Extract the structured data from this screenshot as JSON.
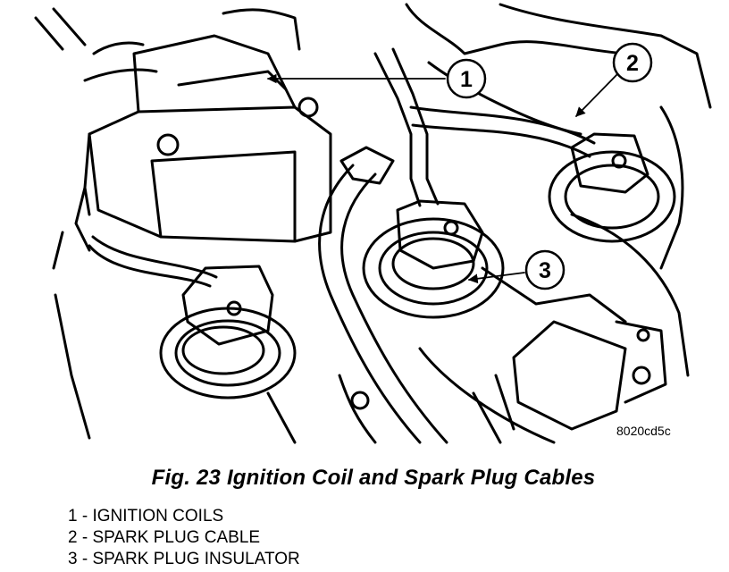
{
  "figure": {
    "code": "8020cd5c",
    "caption": "Fig. 23 Ignition Coil and Spark Plug Cables"
  },
  "callouts": [
    {
      "number": "1"
    },
    {
      "number": "2"
    },
    {
      "number": "3"
    }
  ],
  "legend": [
    {
      "text": "1 - IGNITION COILS"
    },
    {
      "text": "2 - SPARK PLUG CABLE"
    },
    {
      "text": "3 - SPARK PLUG INSULATOR"
    }
  ]
}
